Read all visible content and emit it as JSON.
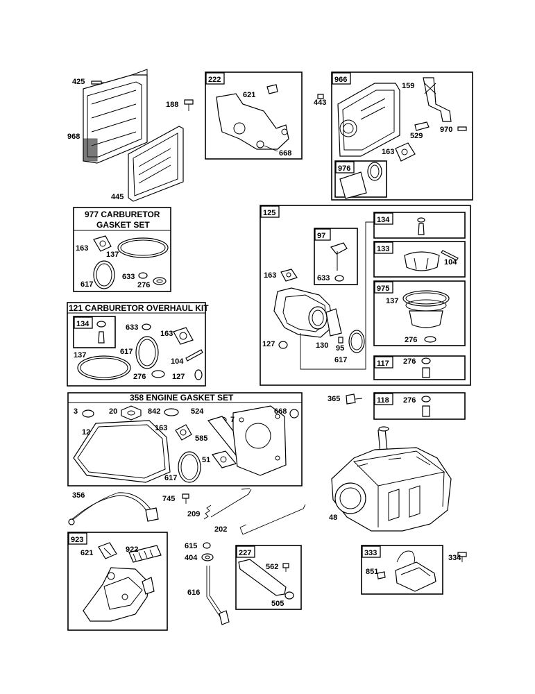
{
  "labels": {
    "p425": "425",
    "p968": "968",
    "p445": "445",
    "p188": "188",
    "g222": "222",
    "p621a": "621",
    "p668a": "668",
    "p443": "443",
    "g966": "966",
    "p159": "159",
    "p529": "529",
    "p970": "970",
    "p163a": "163",
    "g976": "976",
    "p163b": "163",
    "p137a": "137",
    "p617a": "617",
    "p633a": "633",
    "p276a": "276",
    "g125": "125",
    "g97": "97",
    "p633b": "633",
    "p163c": "163",
    "p127a": "127",
    "p130": "130",
    "p95": "95",
    "p617b": "617",
    "g134a": "134",
    "g133": "133",
    "p104a": "104",
    "g975": "975",
    "p137b": "137",
    "p276b": "276",
    "g117": "117",
    "p276c": "276",
    "g134b": "134",
    "p633c": "633",
    "p163d": "163",
    "p137c": "137",
    "p617c": "617",
    "p104b": "104",
    "p276d": "276",
    "p127b": "127",
    "p365": "365",
    "g118": "118",
    "p276e": "276",
    "p3": "3",
    "p20": "20",
    "p842": "842",
    "p524": "524",
    "p7": "7",
    "p668b": "668",
    "p163e": "163",
    "p12": "12",
    "p585": "585",
    "p51": "51",
    "p617d": "617",
    "p48": "48",
    "p356": "356",
    "p745": "745",
    "p209": "209",
    "p202": "202",
    "g923": "923",
    "p621b": "621",
    "p922": "922",
    "p615": "615",
    "p404": "404",
    "p616": "616",
    "g227": "227",
    "p562": "562",
    "p505": "505",
    "g333": "333",
    "p851": "851",
    "p334": "334"
  },
  "kits": {
    "carb_gasket_line1": "977 CARBURETOR",
    "carb_gasket_line2": "GASKET SET",
    "carb_overhaul": "121 CARBURETOR OVERHAUL KIT",
    "engine_gasket": "358 ENGINE GASKET SET"
  }
}
